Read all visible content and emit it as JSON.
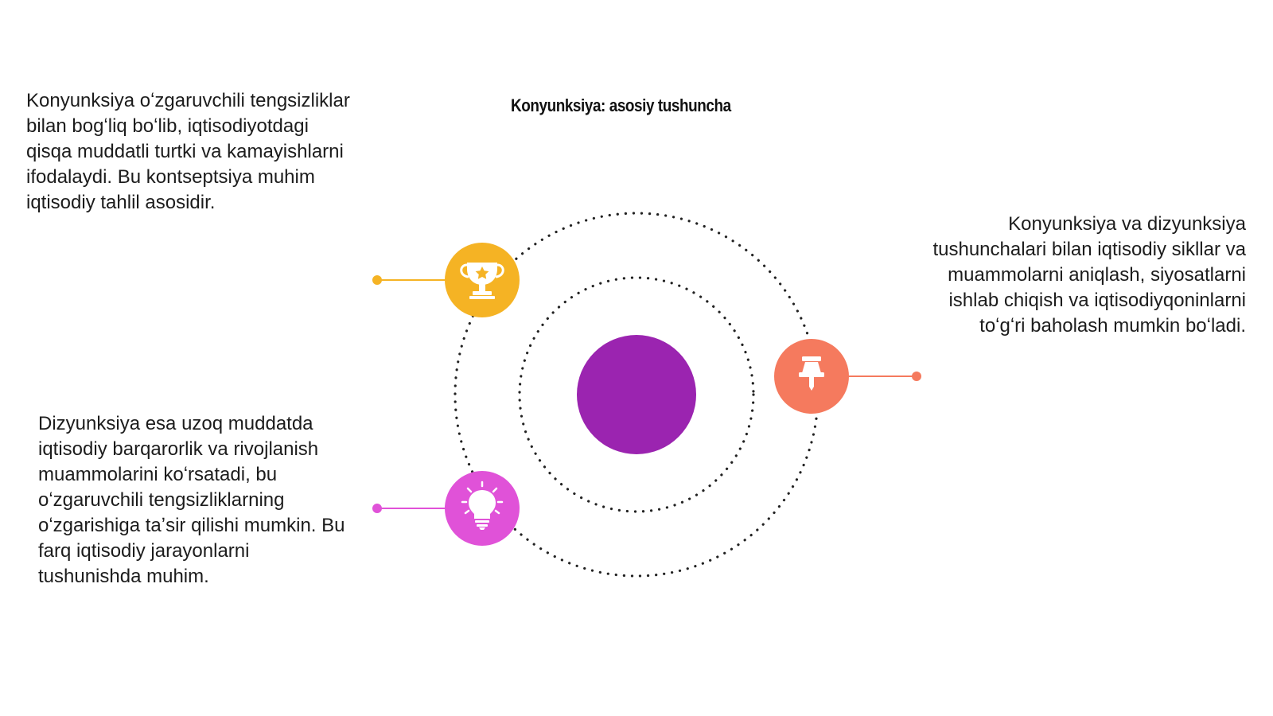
{
  "title": "Konyunksiya: asosiy tushuncha",
  "blocks": {
    "top_left": "Konyunksiya oʻzgaruvchili tengsizliklar bilan bogʻliq boʻlib, iqtisodiyotdagi qisqa muddatli turtki va kamayishlarni ifodalaydi. Bu kontseptsiya muhim iqtisodiy tahlil asosidir.",
    "right": "Konyunksiya va dizyunksiya tushunchalari bilan iqtisodiy sikllar va muammolarni aniqlash, siyosatlarni ishlab chiqish va iqtisodiyqoninlarni toʻgʻri baholash mumkin boʻladi.",
    "bottom_left": "Dizyunksiya esa uzoq muddatda iqtisodiy barqarorlik va rivojlanish muammolarini koʻrsatadi, bu oʻzgaruvchili tengsizliklarning oʻzgarishiga taʼsir qilishi mumkin. Bu farq iqtisodiy jarayonlarni tushunishda muhim."
  },
  "nodes": [
    {
      "icon": "trophy-icon",
      "color": "#f5b324"
    },
    {
      "icon": "pushpin-icon",
      "color": "#f57a5e"
    },
    {
      "icon": "lightbulb-icon",
      "color": "#e052d8"
    }
  ],
  "center": {
    "color": "#9b24b0"
  }
}
